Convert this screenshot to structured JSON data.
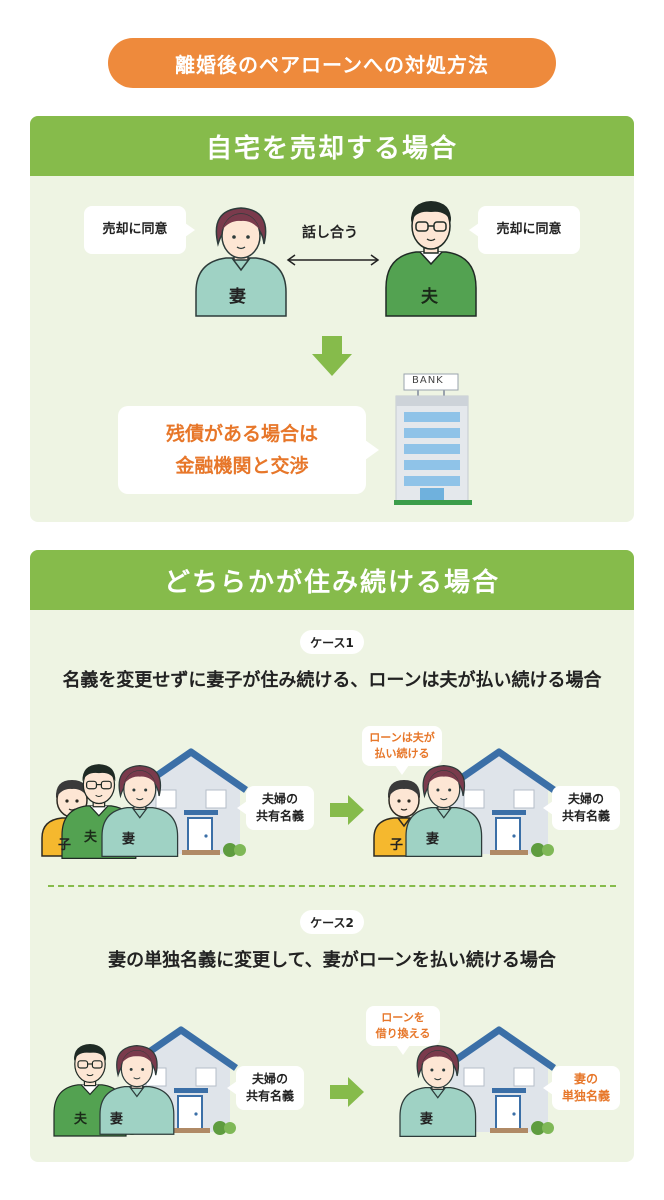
{
  "header": {
    "title": "離婚後のペアローンへの対処方法"
  },
  "section1": {
    "title": "自宅を売却する場合",
    "wife_bubble": "売却に同意",
    "husband_bubble": "売却に同意",
    "discuss": "話し合う",
    "wife_label": "妻",
    "husband_label": "夫",
    "bank_sign": "BANK",
    "note_line1": "残債がある場合は",
    "note_line2": "金融機関と交渉"
  },
  "section2": {
    "title": "どちらかが住み続ける場合",
    "case1": {
      "badge": "ケース1",
      "title": "名義を変更せずに妻子が住み続ける、ローンは夫が払い続ける場合",
      "before_bubble_l1": "夫婦の",
      "before_bubble_l2": "共有名義",
      "after_note_l1": "ローンは夫が",
      "after_note_l2": "払い続ける",
      "after_bubble_l1": "夫婦の",
      "after_bubble_l2": "共有名義",
      "child_label": "子",
      "husband_label": "夫",
      "wife_label": "妻"
    },
    "case2": {
      "badge": "ケース2",
      "title": "妻の単独名義に変更して、妻がローンを払い続ける場合",
      "before_bubble_l1": "夫婦の",
      "before_bubble_l2": "共有名義",
      "after_note_l1": "ローンを",
      "after_note_l2": "借り換える",
      "after_bubble_l1": "妻の",
      "after_bubble_l2": "単独名義",
      "husband_label": "夫",
      "wife_label": "妻"
    }
  },
  "colors": {
    "accent_orange": "#ee8a3c",
    "header_green": "#86bb4b",
    "panel_bg": "#eef4e3",
    "wife_shirt": "#9fd2c4",
    "husband_shirt": "#53a251",
    "child_shirt": "#f5b82e"
  }
}
